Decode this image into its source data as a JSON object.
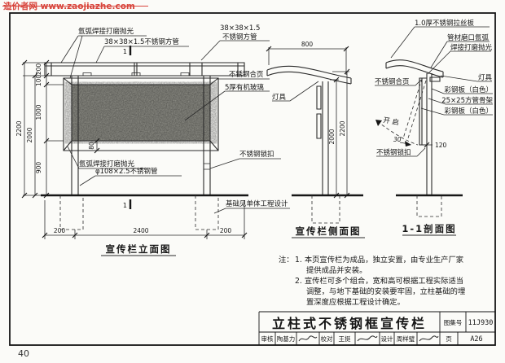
{
  "watermark": {
    "text": "造价者网 www.zaojiazhe.com"
  },
  "page_number": "40",
  "views": {
    "front": {
      "title": "宣传栏立面图",
      "section_mark": "1",
      "labels": {
        "weld_top": "氩弧焊接打磨抛光",
        "square_tube": "38×38×1.5不锈钢方管",
        "square_tube_r1": "38×38×1.5",
        "square_tube_r2": "不锈钢方管",
        "hinge": "不锈钢合页",
        "glass": "5厚有机玻璃",
        "lock": "不锈钢锁扣",
        "weld_bottom": "氩弧焊接打磨抛光",
        "post": "φ108×2.5不锈钢管",
        "foundation": "基础见单体工程设计"
      },
      "dims": {
        "bar_h": "200",
        "gap": "100",
        "panel_h": "1000",
        "below": "900",
        "inner_total": "2000",
        "total_h": "2200",
        "rail": "80",
        "left_overhang": "200",
        "width": "2400",
        "right_overhang": "200"
      }
    },
    "side": {
      "title": "宣传栏侧面图",
      "labels": {
        "lamp": "灯具"
      },
      "dims": {
        "top_w": "800",
        "post_h": "2000",
        "total_h": "2200"
      }
    },
    "section": {
      "title": "1-1剖面图",
      "labels": {
        "brushed": "1.0厚不锈钢拉丝板",
        "weld1": "管材磨口氩弧",
        "weld2": "焊接打磨抛光",
        "hinge": "不锈钢合页",
        "lamp": "灯具",
        "panel1": "彩钢板（白色）",
        "tube": "25×25方管骨架",
        "panel2": "彩钢板（白色）",
        "open": "开 启",
        "angle": "30",
        "lock": "不锈钢锁扣"
      },
      "dims": {
        "lock_h": "120"
      }
    }
  },
  "notes": {
    "label": "注：",
    "lines": [
      "1. 本页宣传栏为成品，独立安置，由专业生产厂家",
      "提供成品并安装。",
      "2. 宣传栏可多个组合，宽和高可根据工程实际适当",
      "调整，与地下基础的安装要牢固，立柱基础的埋",
      "置深度应根据工程设计确定。"
    ]
  },
  "title_block": {
    "drawing_title": "立柱式不锈钢框宣传栏",
    "atlas_label": "图集号",
    "atlas_number": "11J930",
    "page_label": "页",
    "page_value": "A26",
    "reviewer_label": "审核",
    "reviewer_name": "陶基力",
    "checker_label": "校对",
    "checker_name": "王挺",
    "designer_label": "设计",
    "designer_name": "周样璧"
  }
}
